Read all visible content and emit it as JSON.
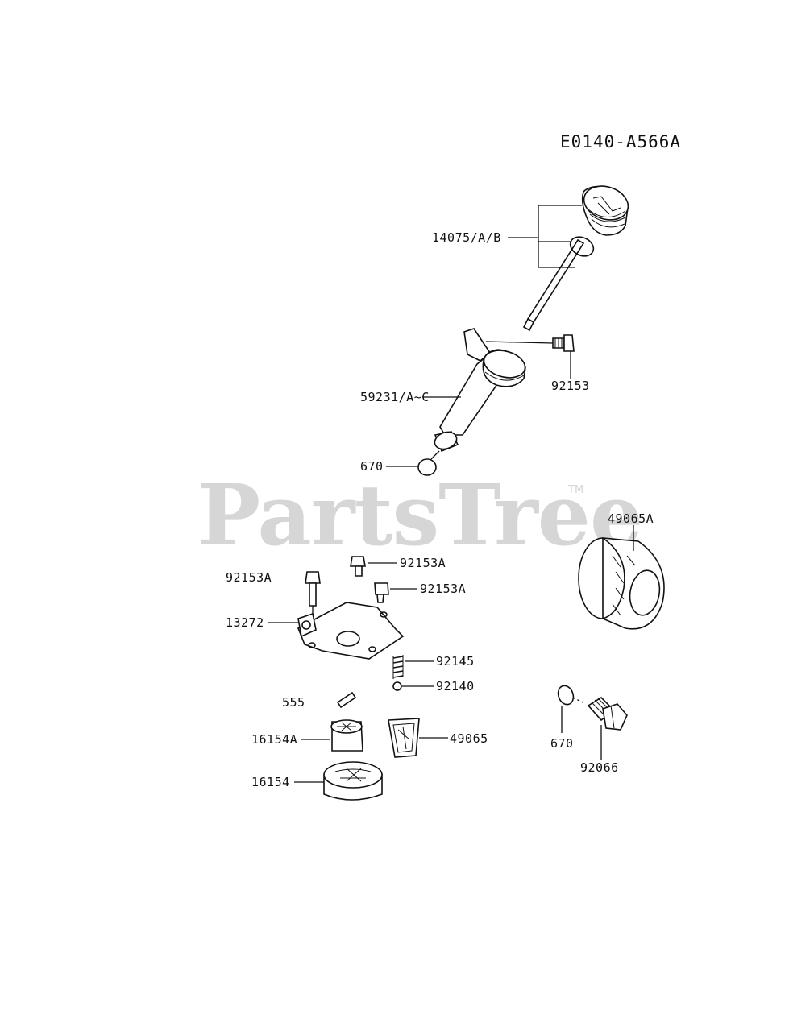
{
  "diagram_code": "E0140-A566A",
  "watermark": {
    "text": "PartsTree",
    "trademark": "TM"
  },
  "labels": {
    "p14075": "14075/A/B",
    "p92153": "92153",
    "p59231": "59231/A~C",
    "p670_top": "670",
    "p49065A": "49065A",
    "p92153A_1": "92153A",
    "p92153A_2": "92153A",
    "p92153A_3": "92153A",
    "p13272": "13272",
    "p92145": "92145",
    "p92140": "92140",
    "p555": "555",
    "p16154A": "16154A",
    "p49065": "49065",
    "p16154": "16154",
    "p670_bottom": "670",
    "p92066": "92066"
  }
}
